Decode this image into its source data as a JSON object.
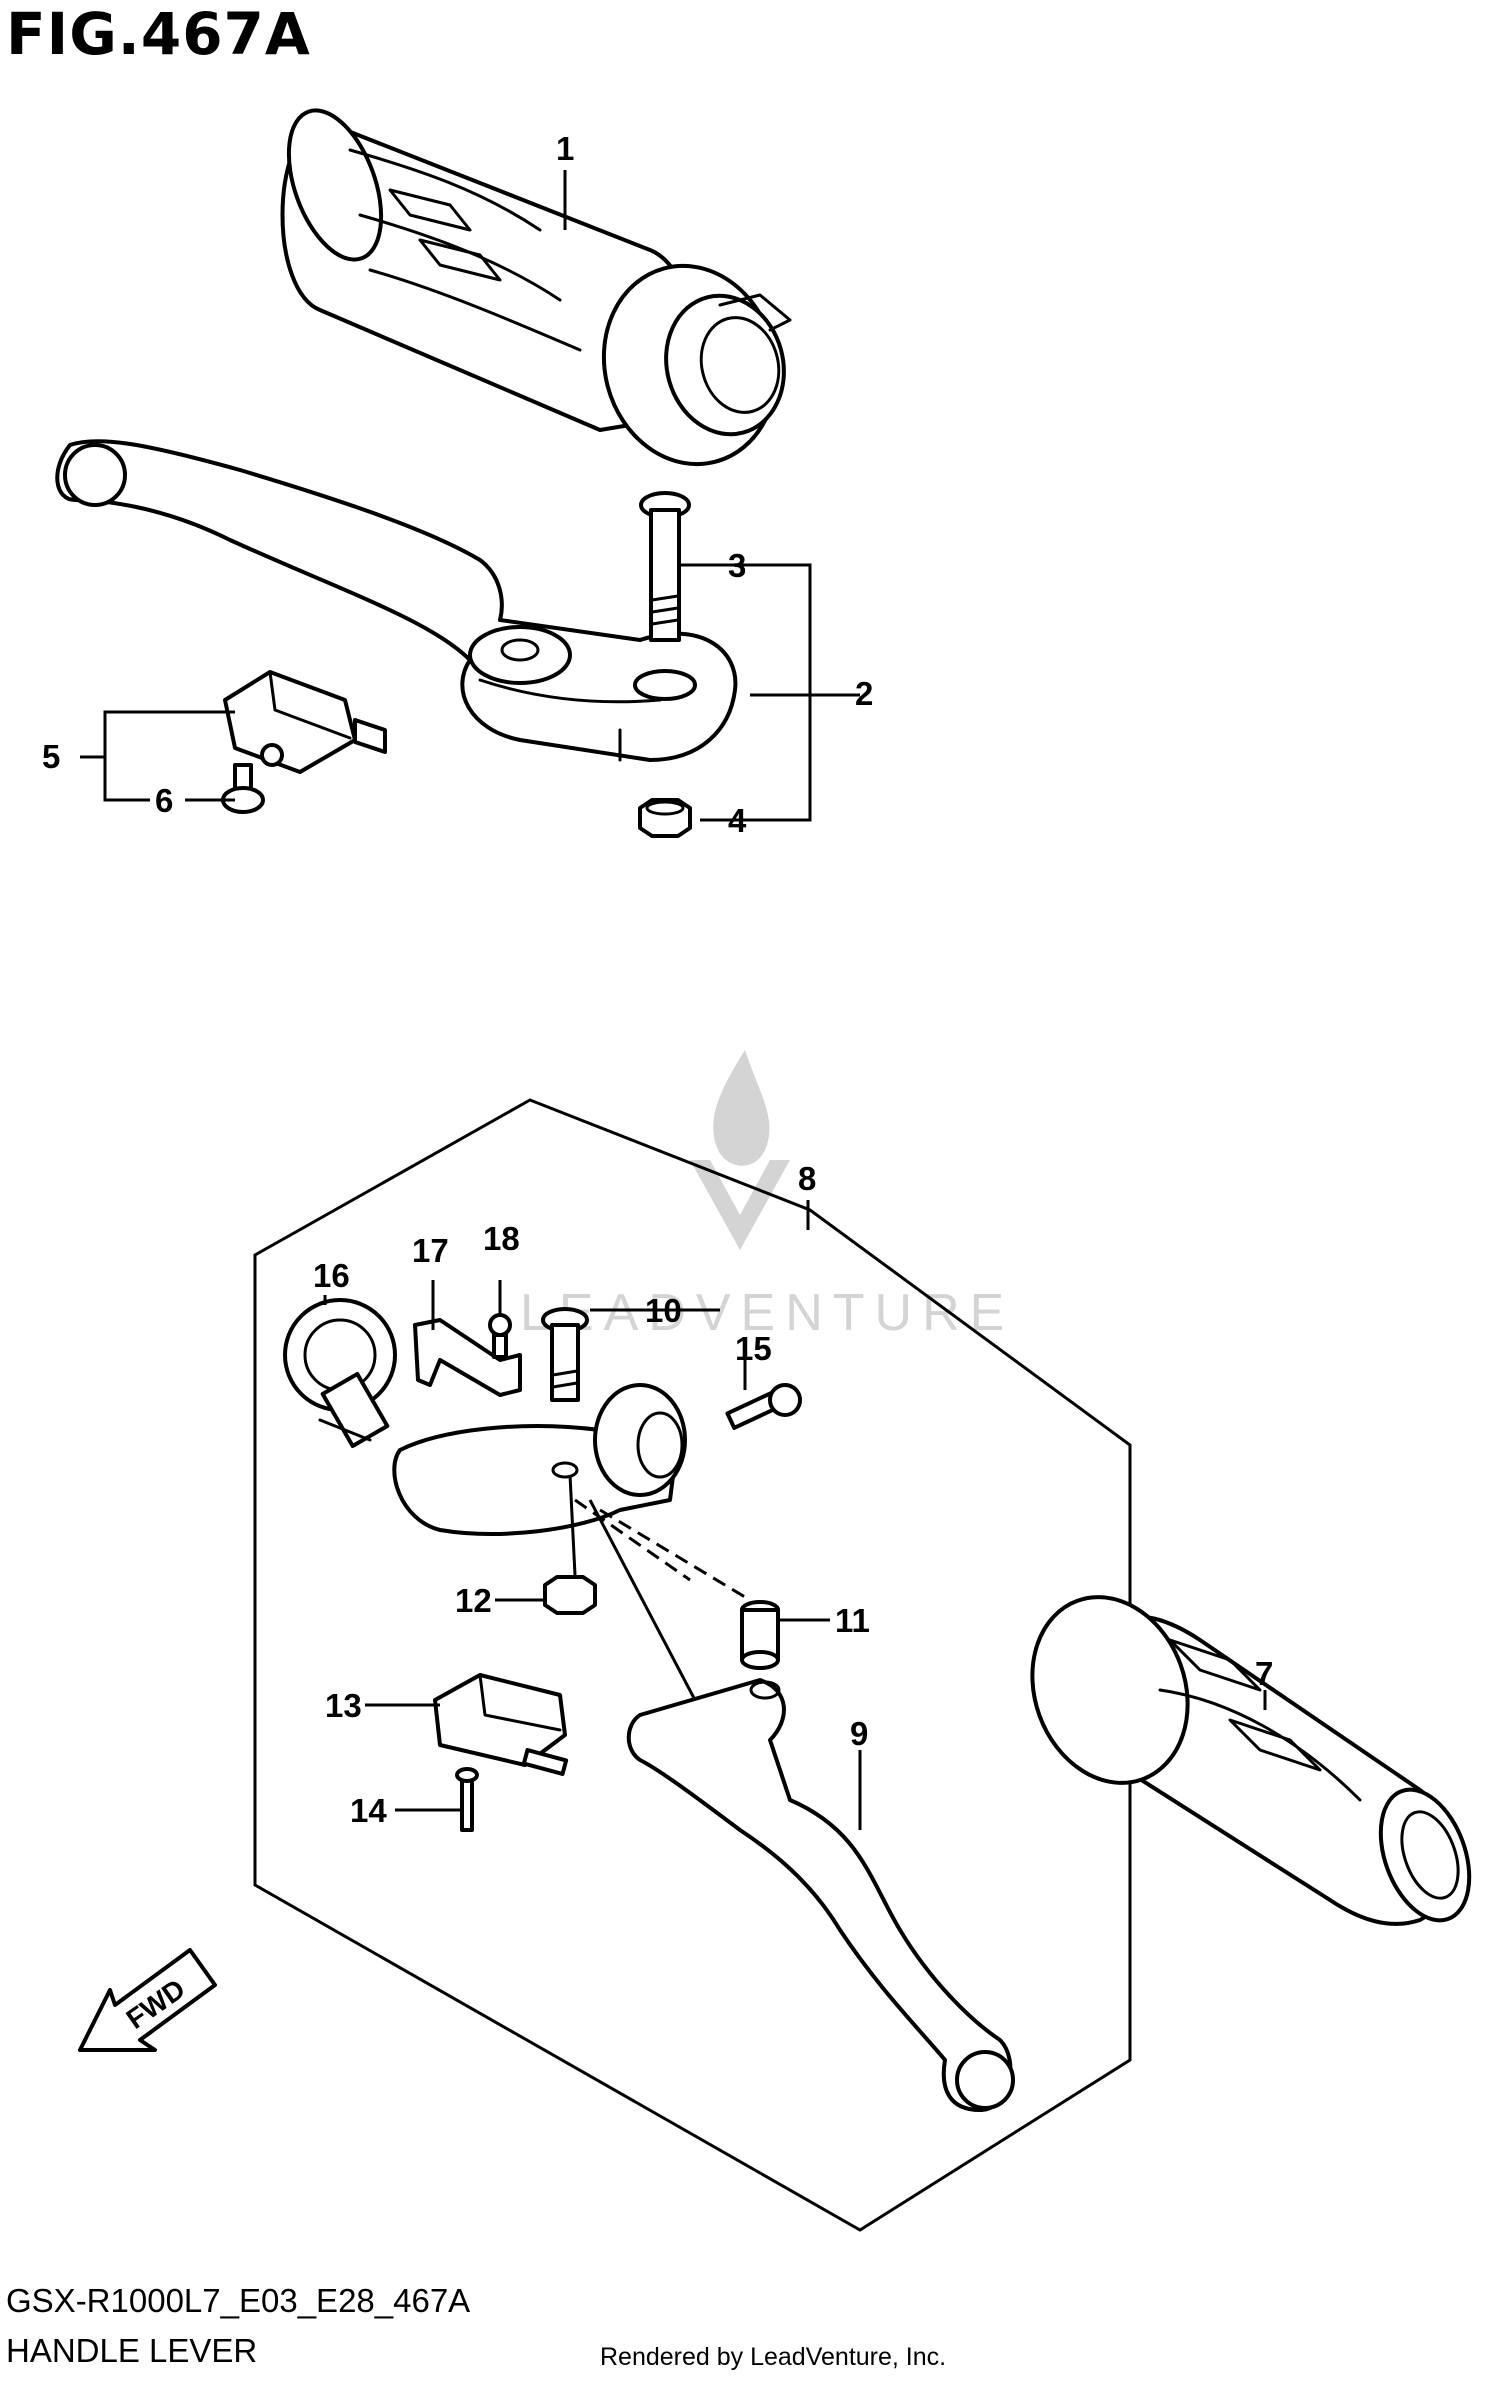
{
  "figure_title": "FIG.467A",
  "model_code": "GSX-R1000L7_E03_E28_467A",
  "subtitle": "HANDLE LEVER",
  "credit": "Rendered by LeadVenture, Inc.",
  "watermark_text": "LEADVENTURE",
  "fwd_label": "FWD",
  "callouts": [
    "1",
    "2",
    "3",
    "4",
    "5",
    "6",
    "7",
    "8",
    "9",
    "10",
    "11",
    "12",
    "13",
    "14",
    "15",
    "16",
    "17",
    "18"
  ],
  "colors": {
    "ink": "#000000",
    "paper": "#ffffff",
    "watermark": "#d4d4d4"
  }
}
